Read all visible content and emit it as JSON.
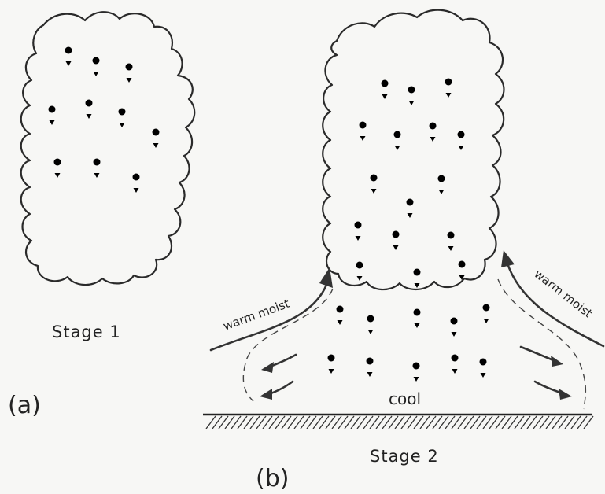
{
  "panel_a": {
    "label": "(a)",
    "stage": "Stage 1"
  },
  "panel_b": {
    "label": "(b)",
    "stage": "Stage 2",
    "inflow_left": "warm moist",
    "inflow_right": "warm moist",
    "outflow": "cool"
  }
}
